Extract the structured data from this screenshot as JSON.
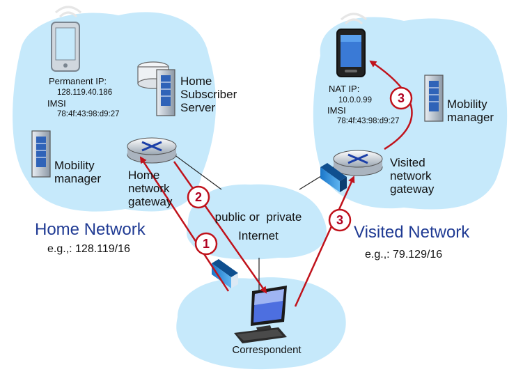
{
  "home_network": {
    "title": "Home Network",
    "prefix": "e.g.,: 128.119/16",
    "phone_ip_label": "Permanent IP:",
    "phone_ip": "128.119.40.186",
    "imsi_label": "IMSI",
    "imsi": "78:4f:43:98:d9:27",
    "hss_label": [
      "Home",
      "Subscriber",
      "Server"
    ],
    "mobility_manager_label": [
      "Mobility",
      "manager"
    ],
    "gateway_label": [
      "Home",
      "network",
      "gateway"
    ]
  },
  "visited_network": {
    "title": "Visited Network",
    "prefix": "e.g.,: 79.129/16",
    "phone_ip_label": "NAT IP:",
    "phone_ip": "10.0.0.99",
    "imsi_label": "IMSI",
    "imsi": "78:4f:43:98:d9:27",
    "mobility_manager_label": [
      "Mobility",
      "manager"
    ],
    "gateway_label": [
      "Visited",
      "network",
      "gateway"
    ]
  },
  "internet": {
    "label": [
      "public or  private",
      "Internet"
    ]
  },
  "correspondent": {
    "label": "Correspondent"
  },
  "steps": {
    "step1": "1",
    "step2": "2",
    "step3_internet": "3",
    "step3_visited": "3"
  },
  "colors": {
    "cloud": "#c6e9fb",
    "arrow": "#c0121b",
    "network_title": "#1f3a93"
  }
}
